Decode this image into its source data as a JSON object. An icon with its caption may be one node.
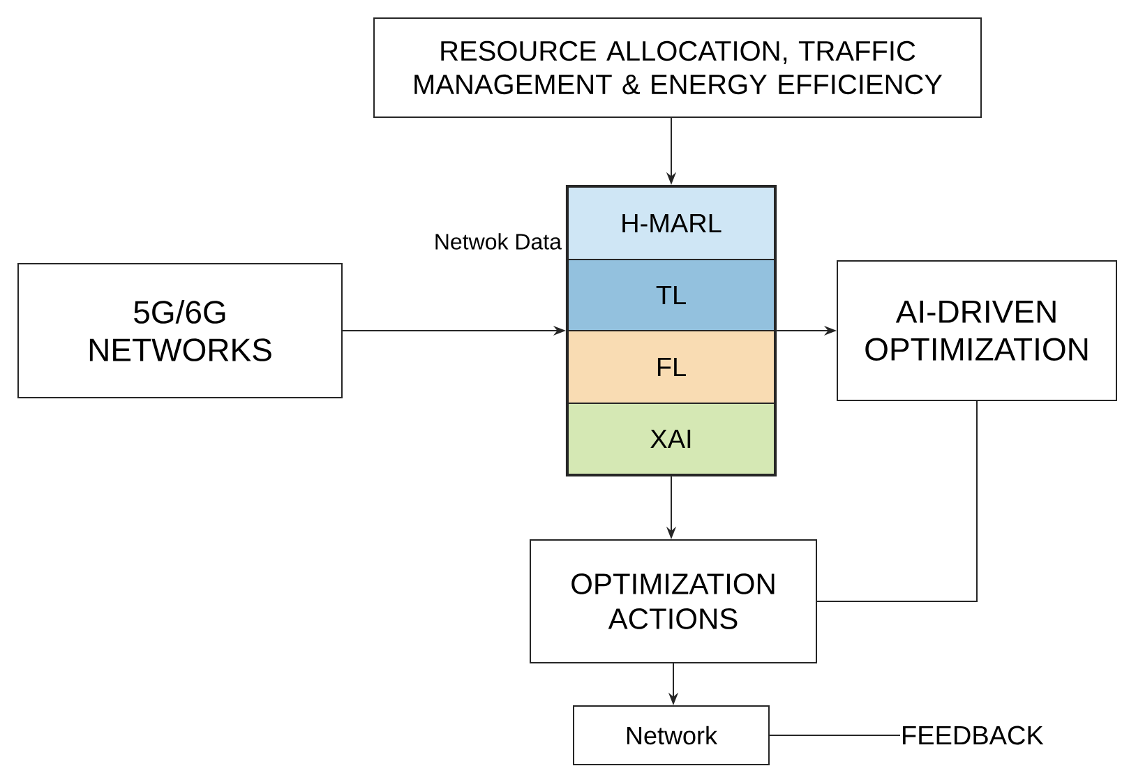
{
  "diagram": {
    "nodes": [
      {
        "text": [
          "RESOURCE ALLOCATION, TRAFFIC MANAGEMENT & ENERGY EFFICIENCY"
        ]
      },
      {
        "text": [],
        "shape": "box"
      },
      {
        "text": [
          "H-MARL"
        ],
        "in": 1
      },
      {
        "text": [
          "TL"
        ],
        "in": 1
      },
      {
        "text": [
          "FL"
        ],
        "in": 1
      },
      {
        "text": [
          "XAI"
        ],
        "in": 1
      },
      {
        "text": [
          "5G/6G NETWORKS"
        ]
      },
      {
        "text": [
          "AI-DRIVEN OPTIMIZATION"
        ]
      },
      {
        "text": [
          "OPTIMIZATION ACTIONS"
        ]
      },
      {
        "text": [
          "Network"
        ]
      },
      {
        "text": [
          "FEEDBACK"
        ]
      }
    ],
    "edges": [
      {
        "from": 0,
        "to": 1,
        "arrow": "to"
      },
      {
        "from": 6,
        "to": 1,
        "arrow": "to"
      },
      {
        "from": 1,
        "to": 7,
        "arrow": "to"
      },
      {
        "from": 1,
        "to": 8,
        "arrow": "to"
      },
      {
        "from": 7,
        "to": 8,
        "arrow": "none"
      },
      {
        "from": 8,
        "to": 9,
        "arrow": "to"
      },
      {
        "from": 9,
        "to": 10,
        "arrow": "none"
      }
    ],
    "labels": [
      "Netwok Data"
    ]
  }
}
